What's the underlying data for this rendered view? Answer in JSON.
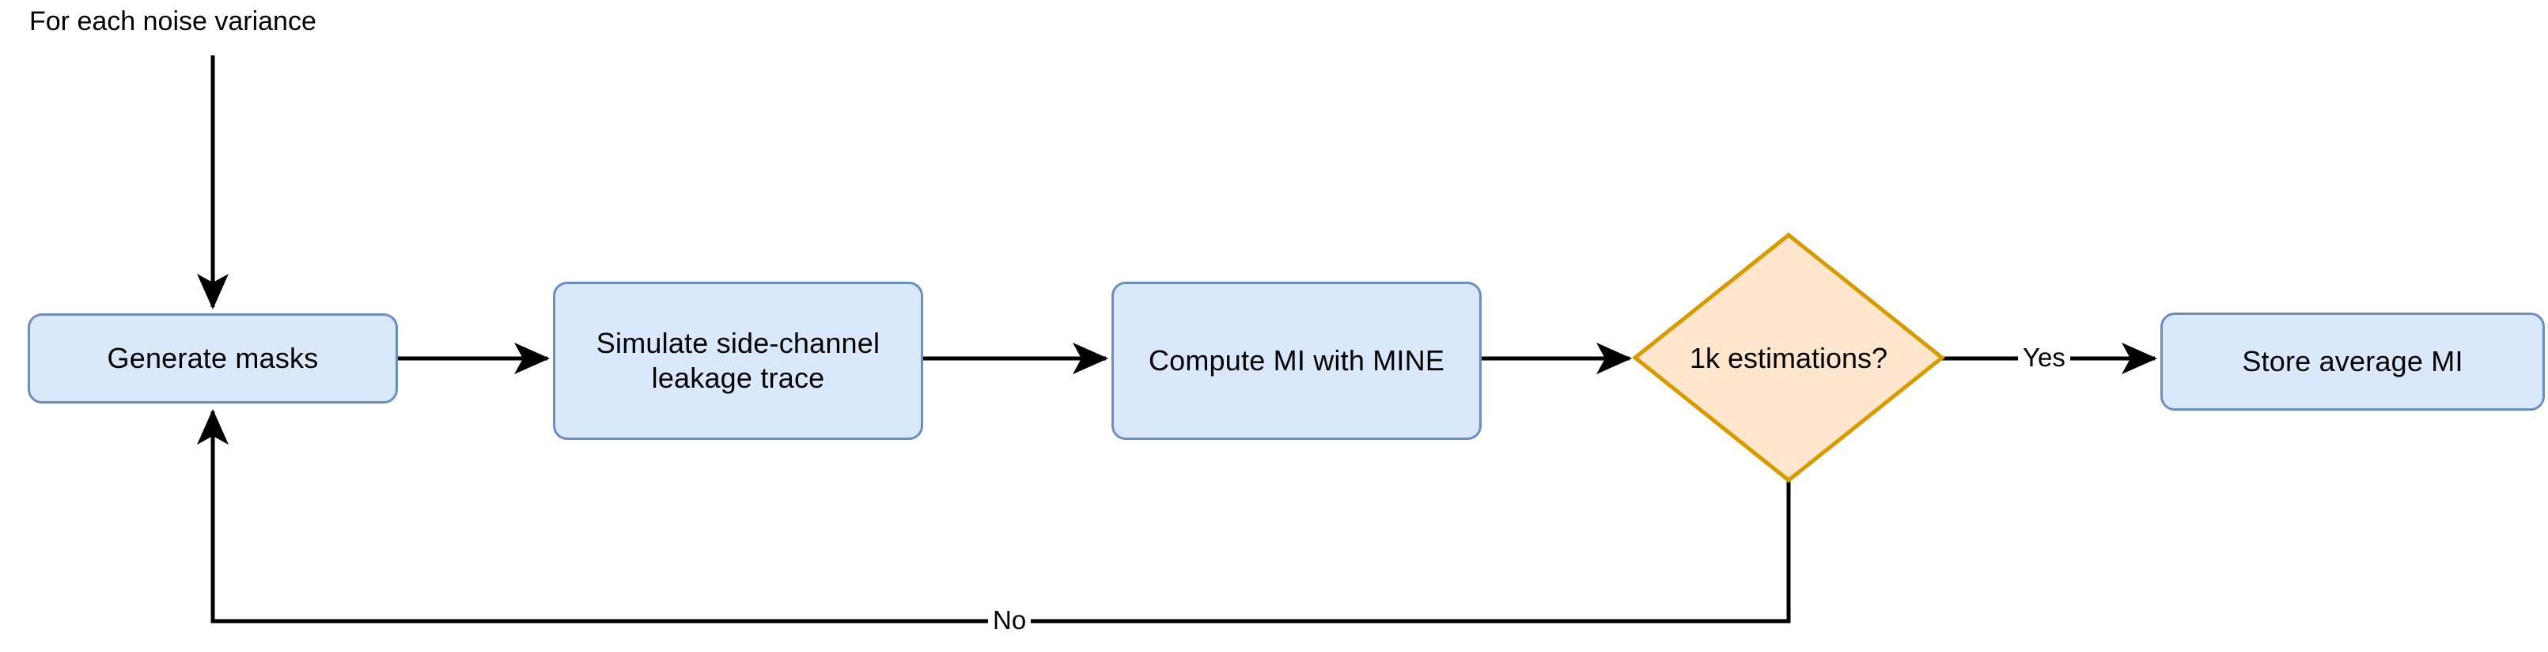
{
  "diagram": {
    "type": "flowchart",
    "title_label": "For each noise variance",
    "background_color": "#ffffff",
    "process_fill_color": "#dae8fc",
    "process_stroke_color": "#6c8ebf",
    "decision_fill_color": "#ffe6cc",
    "decision_stroke_color": "#d79b00",
    "connector_color": "#000000",
    "nodes": [
      {
        "id": "generate-masks",
        "label": "Generate masks",
        "shape": "rounded-rectangle"
      },
      {
        "id": "simulate-trace",
        "label": "Simulate side-channel leakage trace",
        "shape": "rounded-rectangle"
      },
      {
        "id": "compute-mi",
        "label": "Compute MI with MINE",
        "shape": "rounded-rectangle"
      },
      {
        "id": "estimations-check",
        "label": "1k estimations?",
        "shape": "diamond"
      },
      {
        "id": "store-average-mi",
        "label": "Store average MI",
        "shape": "rounded-rectangle"
      }
    ],
    "edges": [
      {
        "id": "entry",
        "from": "",
        "to": "generate-masks",
        "label": ""
      },
      {
        "id": "masks-to-simulate",
        "from": "generate-masks",
        "to": "simulate-trace",
        "label": ""
      },
      {
        "id": "simulate-to-compute",
        "from": "simulate-trace",
        "to": "compute-mi",
        "label": ""
      },
      {
        "id": "compute-to-check",
        "from": "compute-mi",
        "to": "estimations-check",
        "label": ""
      },
      {
        "id": "check-yes",
        "from": "estimations-check",
        "to": "store-average-mi",
        "label": "Yes"
      },
      {
        "id": "check-no",
        "from": "estimations-check",
        "to": "generate-masks",
        "label": "No"
      }
    ]
  }
}
